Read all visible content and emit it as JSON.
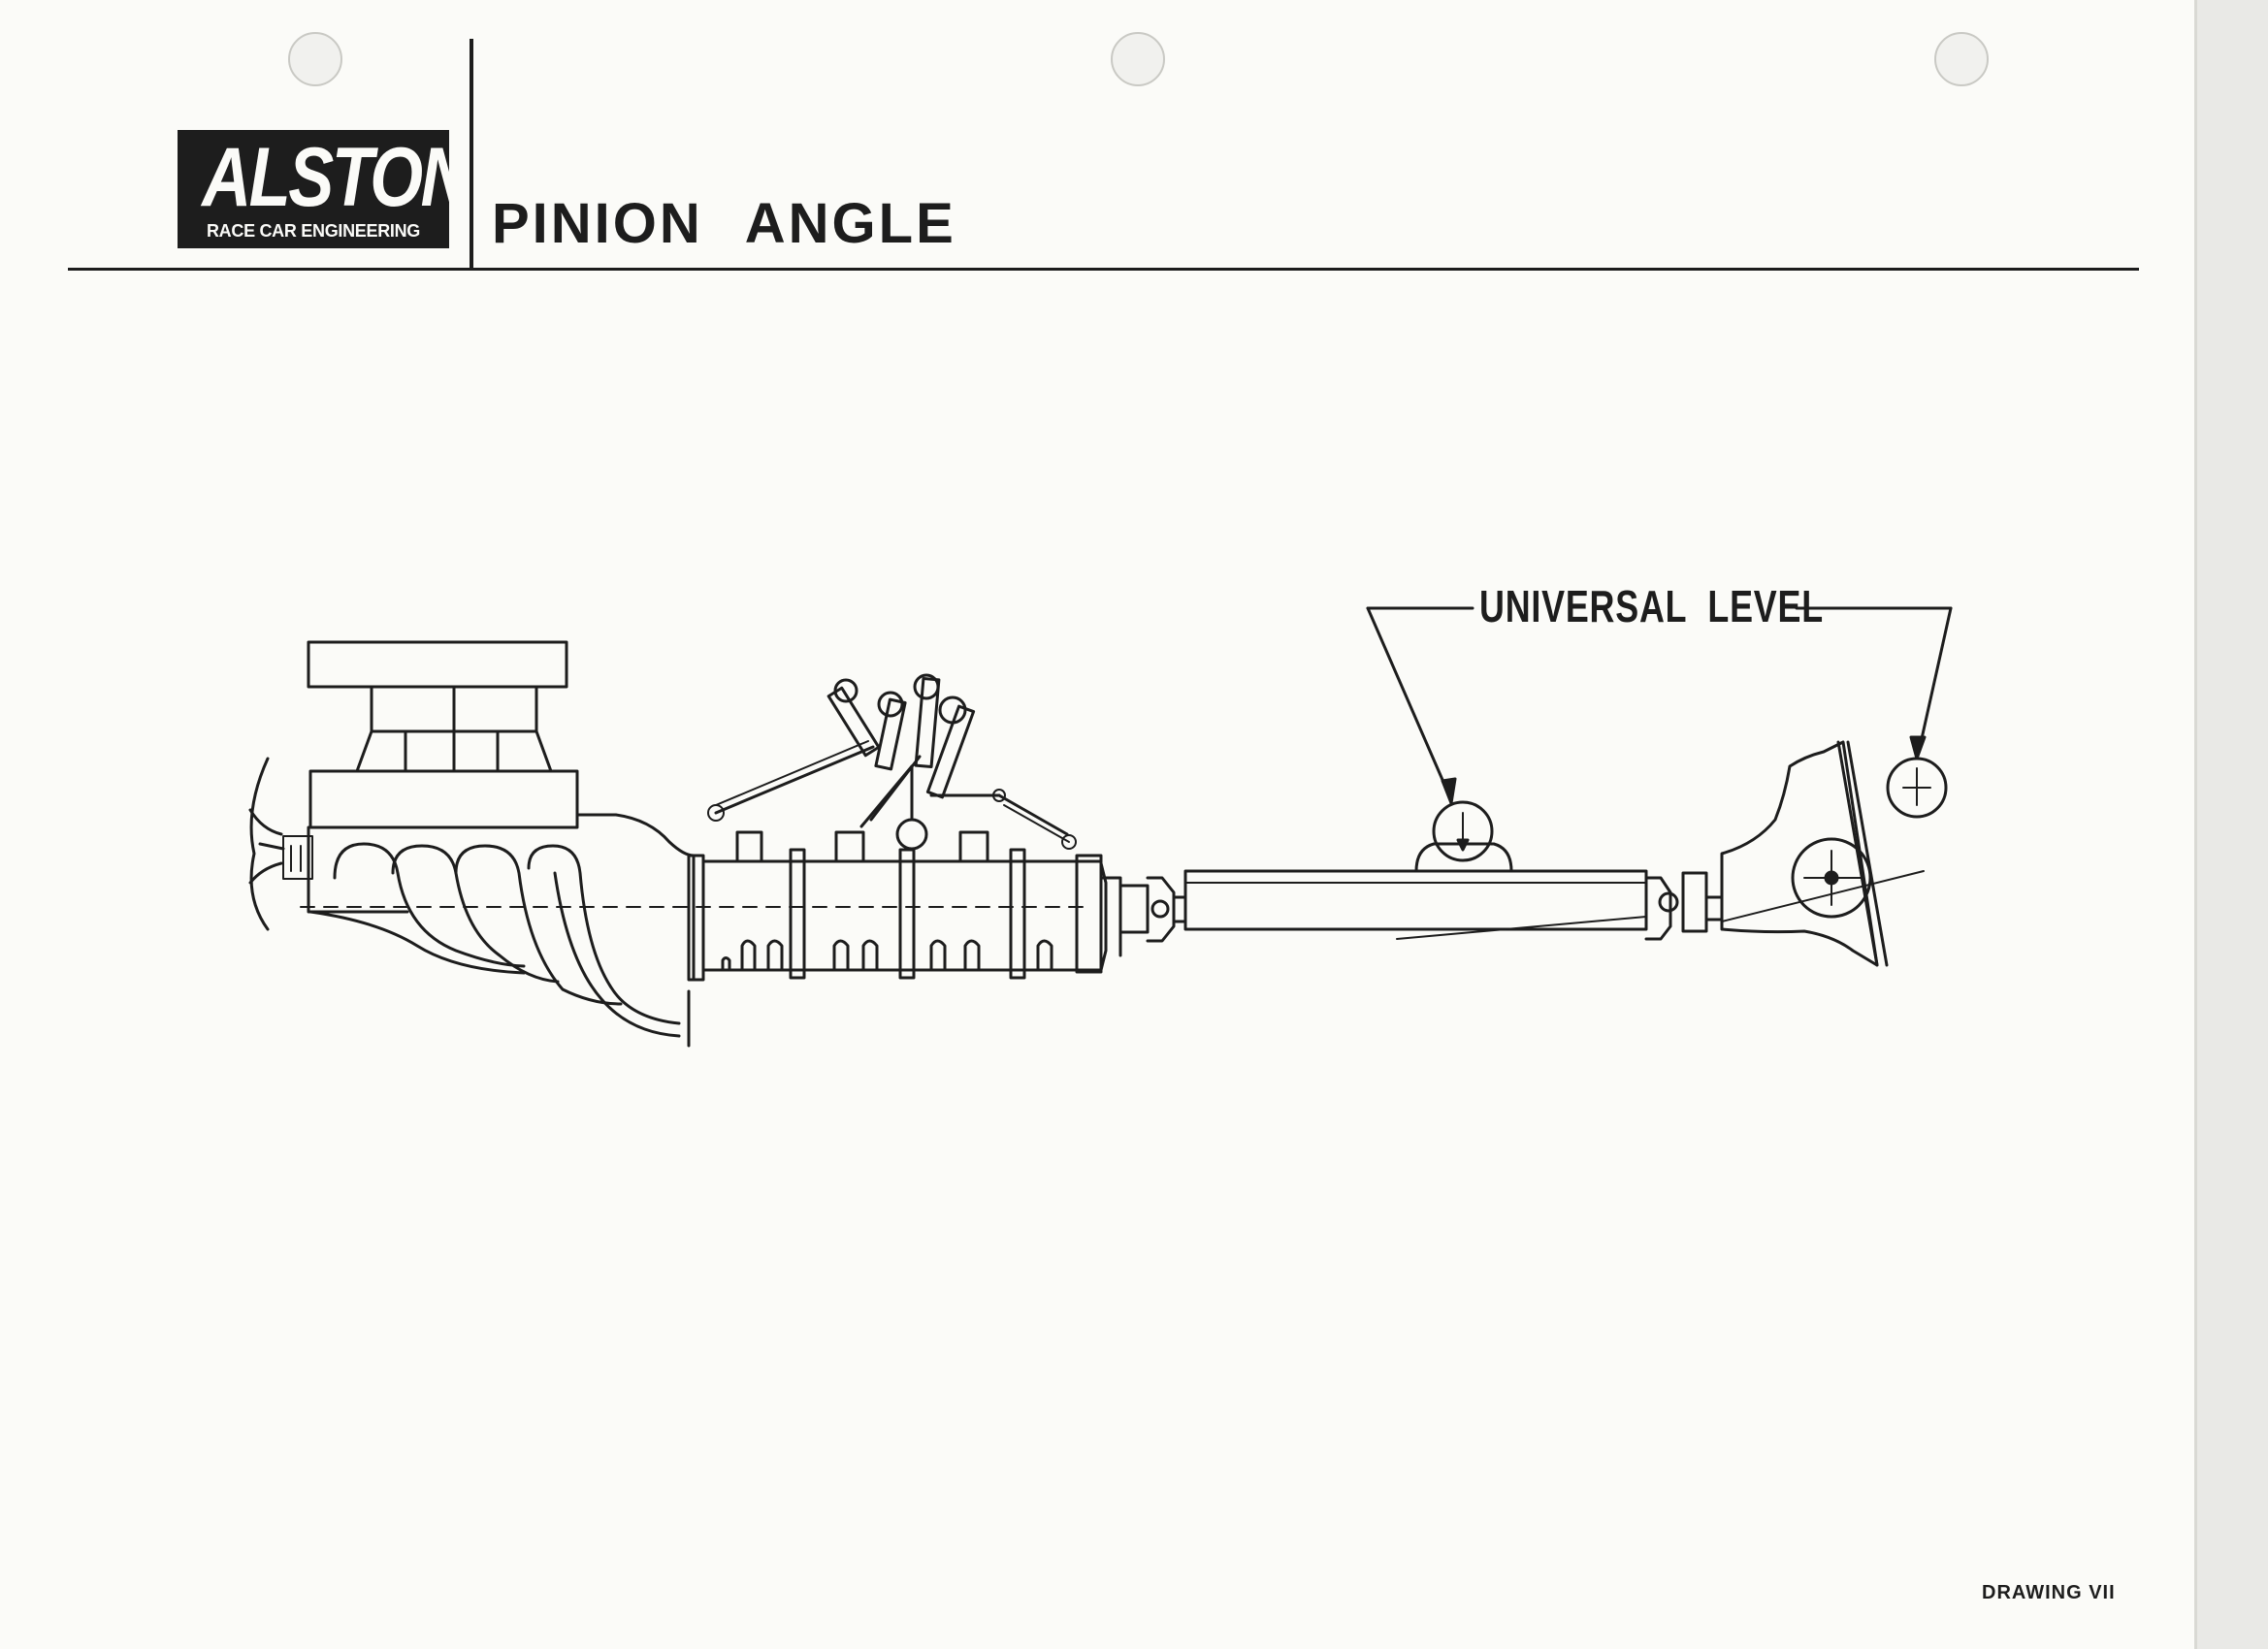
{
  "logo": {
    "main": "ALSTON",
    "sub": "RACE CAR ENGINEERING"
  },
  "header": {
    "title": "PINION ANGLE"
  },
  "diagram": {
    "callout": "UNIVERSAL LEVEL"
  },
  "footer": {
    "drawing_number": "DRAWING VII"
  }
}
